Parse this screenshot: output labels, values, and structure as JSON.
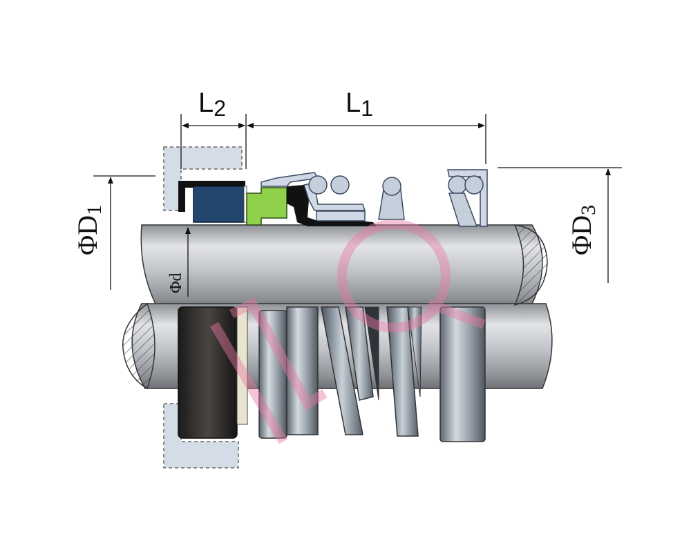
{
  "labels": {
    "L2": "L",
    "L2_sub": "2",
    "L1": "L",
    "L1_sub": "1",
    "D1_phi": "Φ",
    "D1": "D",
    "D1_sub": "1",
    "D3_phi": "Φ",
    "D3": "D",
    "D3_sub": "3",
    "d": "Φd"
  },
  "watermark": "HQ",
  "colors": {
    "shaft": "#c9ccd1",
    "face": "#23466f",
    "ring_green": "#8fd14a",
    "seat_gray": "#cfd8e4",
    "elastomer": "#111111",
    "watermark": "#e87aa5"
  }
}
